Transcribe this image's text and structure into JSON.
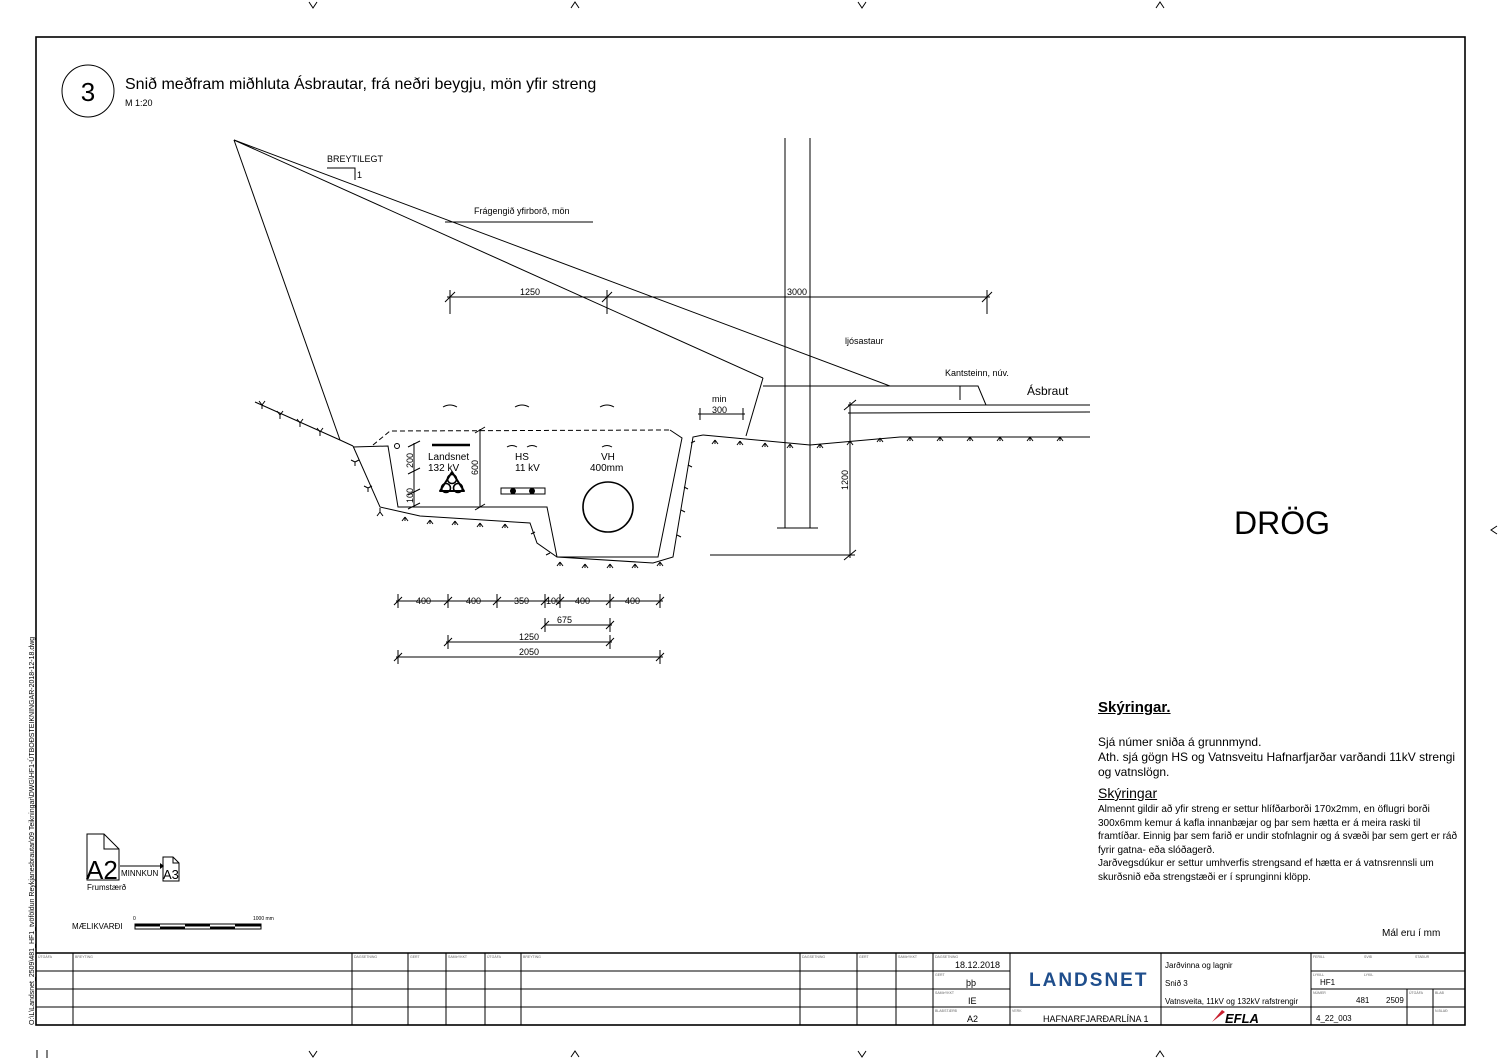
{
  "section": {
    "number": "3",
    "title": "Snið meðfram miðhluta Ásbrautar,  frá neðri beygju, mön yfir streng",
    "scale": "M 1:20"
  },
  "drawing": {
    "breytilegt": "BREYTILEGT",
    "slope_one": "1",
    "surface_label": "Frágengið yfirborð, mön",
    "dim_1250_top": "1250",
    "dim_3000": "3000",
    "pole_label": "ljósastaur",
    "curb_label": "Kantsteinn, núv.",
    "road_label": "Ásbraut",
    "min_label": "min",
    "min_value": "300",
    "dim_1200": "1200",
    "dim_200": "200",
    "dim_100": "100",
    "dim_600": "600",
    "landsnet_label": "Landsnet",
    "landsnet_kv": "132 kV",
    "hs_label": "HS",
    "hs_kv": "11 kV",
    "vh_label": "VH",
    "vh_size": "400mm",
    "bottom_dims": [
      "400",
      "400",
      "350",
      "100",
      "400",
      "400"
    ],
    "dim_675": "675",
    "dim_1250": "1250",
    "dim_2050": "2050"
  },
  "watermark": "DRÖG",
  "notes": {
    "heading": "Skýringar.",
    "lines": [
      "Sjá númer sniða á grunnmynd.",
      "Ath. sjá gögn HS og Vatnsveitu Hafnarfjarðar varðandi 11kV strengi og vatnslögn."
    ],
    "subheading": "Skýringar",
    "body1": "Almennt gildir að yfir streng er settur hlífðarborði 170x2mm, en öflugri borði 300x6mm kemur á kafla innanbæjar og þar sem hætta er á meira raski til framtíðar.  Einnig þar sem farið er undir stofnlagnir og á svæði þar sem gert er ráð fyrir gatna- eða slóðagerð.",
    "body2": "Jarðvegsdúkur er settur umhverfis strengsand ef hætta er á vatnsrennsli um skurðsnið eða strengstæði er í sprunginni klöpp.",
    "units": "Mál eru í mm"
  },
  "sheet": {
    "original_size": "A2",
    "reduction": "MINNKUN",
    "reduced_size": "A3",
    "original_label": "Frumstærð",
    "scale_label": "MÆLIKVARÐI",
    "scale_zero": "0",
    "scale_max": "1000 mm"
  },
  "file_path": "O:\\L\\Landsnet_2509\\481_HF1_tvöföldun Reykjanesbrautar\\09 Teikningar\\DWG\\HF1-ÚTBOÐSTEIKNINGAR-2018-12-18.dwg",
  "revision_table": {
    "headers": [
      "ÚTGÁFA",
      "BREYTING",
      "DAGSETNING",
      "GERT",
      "SAMÞYKKT",
      "ÚTGÁFA",
      "BREYTING",
      "DAGSETNING",
      "GERT",
      "SAMÞYKKT"
    ]
  },
  "title_block": {
    "date_label": "DAGSETNING",
    "date": "18.12.2018",
    "drawn_label": "GERT",
    "drawn": "þþ",
    "approved_label": "SAMÞYKKT",
    "approved": "IE",
    "size_label": "BLAÐSTÆRÐ",
    "size": "A2",
    "project_label": "VERK",
    "project": "HAFNARFJARÐARLÍNA 1",
    "logo": "LANDSNET",
    "consultant": "EFLA",
    "desc1": "Jarðvinna og lagnir",
    "desc2": "Snið 3",
    "desc3": "Vatnsveita, 11kV og 132kV rafstrengir",
    "ferill_label": "FERILL",
    "svid_label": "SVIÐ",
    "stadur_label": "STAÐUR",
    "key_label": "LYKILL",
    "key2_label": "LYKIL",
    "key": "HF1",
    "number_label": "NÚMER",
    "number_a": "481",
    "number_b": "2509",
    "rev_label": "ÚTGÁFA",
    "sheet_label": "BLAÐ",
    "nsheet_label": "N.BLAÐ",
    "drawing_no": "4_22_003"
  },
  "colors": {
    "logo_blue": "#1f4e8c",
    "logo_red": "#c8202f"
  }
}
